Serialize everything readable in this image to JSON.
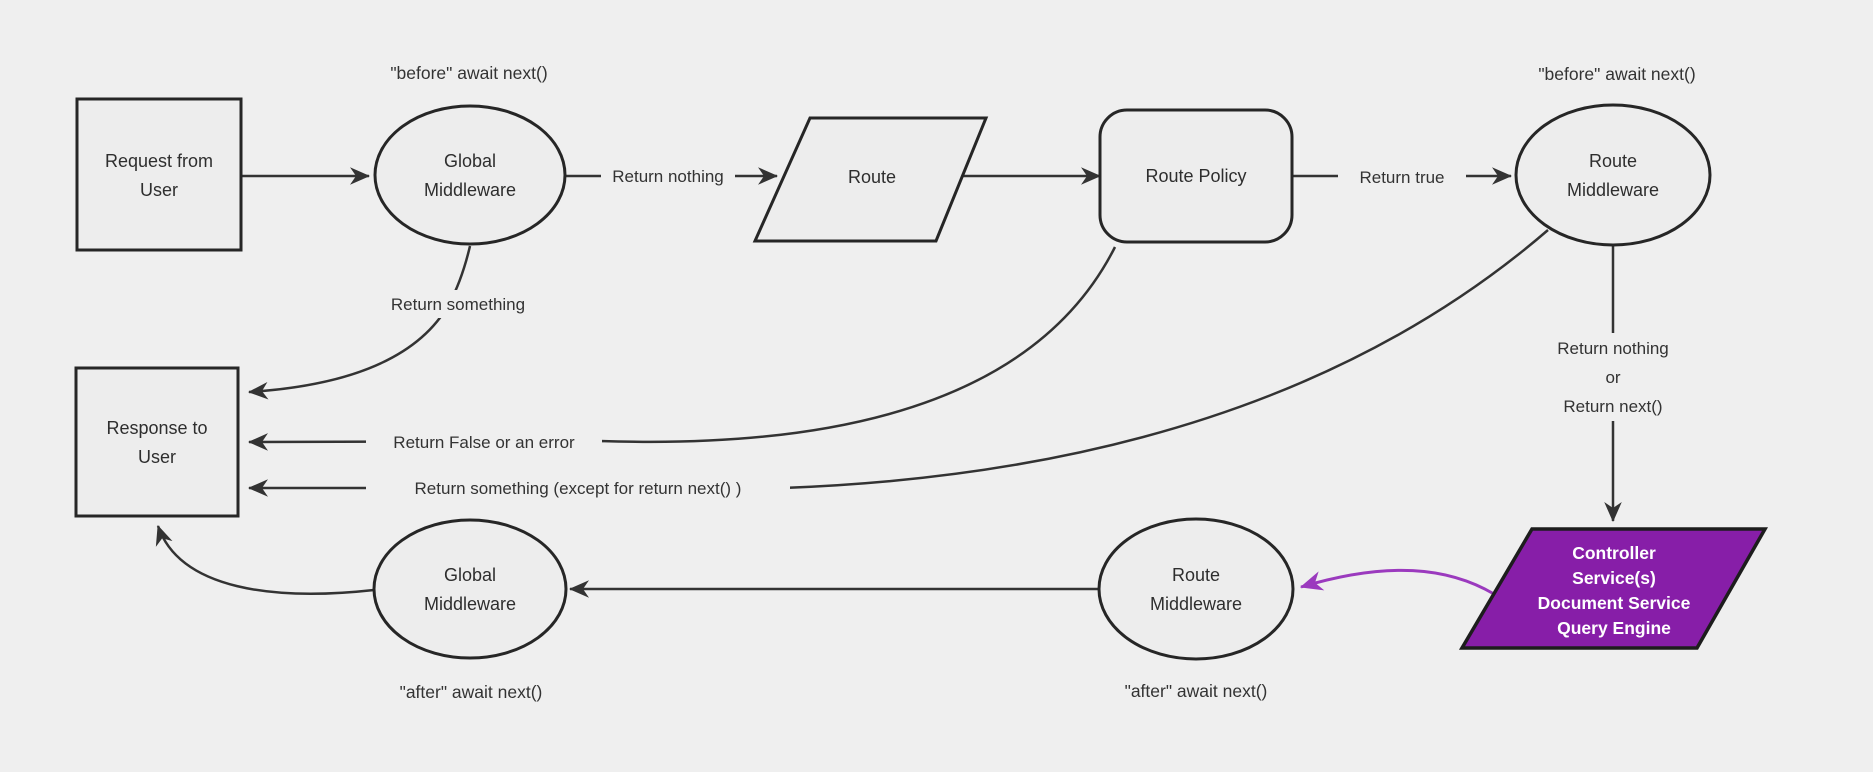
{
  "diagram": {
    "type": "flowchart",
    "colors": {
      "background": "#efefef",
      "node_fill": "#ededed",
      "node_stroke": "#262626",
      "edge_stroke": "#333333",
      "text": "#2e2e2e",
      "accent_fill": "#871ea8",
      "accent_edge": "#9b3abe",
      "accent_text": "#ffffff"
    },
    "nodes": {
      "request_from_user": {
        "shape": "rectangle",
        "lines": [
          "Request from",
          "User"
        ]
      },
      "global_middleware_top": {
        "shape": "ellipse",
        "lines": [
          "Global",
          "Middleware"
        ]
      },
      "route": {
        "shape": "parallelogram",
        "lines": [
          "Route"
        ]
      },
      "route_policy": {
        "shape": "rounded-rectangle",
        "lines": [
          "Route Policy"
        ]
      },
      "route_middleware_top": {
        "shape": "ellipse",
        "lines": [
          "Route",
          "Middleware"
        ]
      },
      "response_to_user": {
        "shape": "rectangle",
        "lines": [
          "Response to",
          "User"
        ]
      },
      "controller_services": {
        "shape": "parallelogram",
        "lines": [
          "Controller",
          "Service(s)",
          "Document Service",
          "Query Engine"
        ]
      },
      "route_middleware_bottom": {
        "shape": "ellipse",
        "lines": [
          "Route",
          "Middleware"
        ]
      },
      "global_middleware_bottom": {
        "shape": "ellipse",
        "lines": [
          "Global",
          "Middleware"
        ]
      }
    },
    "edge_labels": {
      "return_nothing": "Return nothing",
      "return_true": "Return true",
      "return_something": "Return something",
      "return_false_or_error": "Return False or an error",
      "return_something_except": "Return something (except for return next() )",
      "return_nothing_or_next": {
        "lines": [
          "Return nothing",
          "or",
          "Return next()"
        ]
      }
    },
    "annotations": {
      "before_await_left": "\"before\" await next()",
      "before_await_right": "\"before\" await next()",
      "after_await_left": "\"after\" await next()",
      "after_await_right": "\"after\" await next()"
    }
  }
}
